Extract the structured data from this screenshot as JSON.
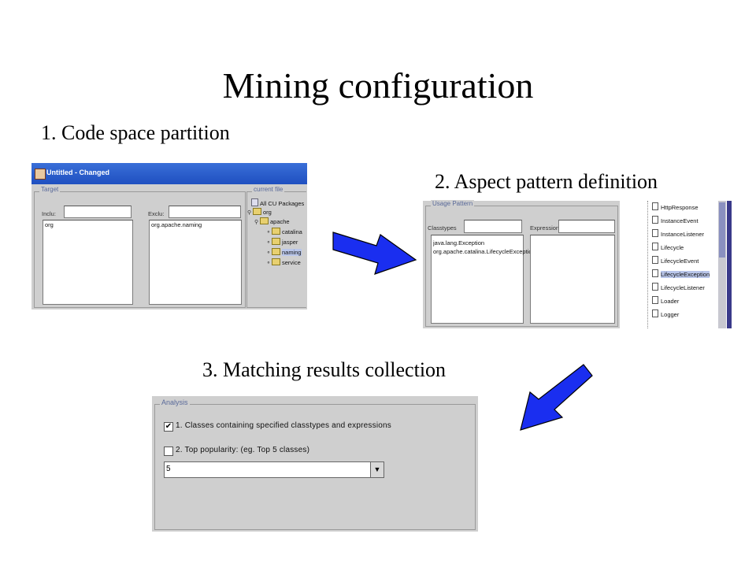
{
  "slide": {
    "title": "Mining configuration",
    "captions": {
      "c1": "1. Code space partition",
      "c2": "2. Aspect pattern definition",
      "c3": "3. Matching results collection"
    }
  },
  "shot1": {
    "window_title": "Untitled - Changed",
    "target_group": "Target",
    "include_label": "Inclu:",
    "exclude_label": "Exclu:",
    "include_list": [
      "org"
    ],
    "exclude_list": [
      "org.apache.naming"
    ],
    "current_file_group": "current file",
    "tree": [
      {
        "label": "All CU Packages",
        "level": 0,
        "type": "pkg"
      },
      {
        "label": "org",
        "level": 0,
        "type": "folder"
      },
      {
        "label": "apache",
        "level": 1,
        "type": "folder"
      },
      {
        "label": "catalina",
        "level": 2,
        "type": "folder"
      },
      {
        "label": "jasper",
        "level": 2,
        "type": "folder"
      },
      {
        "label": "naming",
        "level": 2,
        "type": "folder",
        "selected": true
      },
      {
        "label": "service",
        "level": 2,
        "type": "folder"
      }
    ]
  },
  "shot2": {
    "group": "Usage Pattern",
    "classtypes_label": "Classtypes",
    "expression_label": "Expression",
    "classtypes_list": [
      "java.lang.Exception",
      "org.apache.catalina.LifecycleException"
    ],
    "class_list": [
      "HttpResponse",
      "InstanceEvent",
      "InstanceListener",
      "Lifecycle",
      "LifecycleEvent",
      "LifecycleException",
      "LifecycleListener",
      "Loader",
      "Logger"
    ],
    "selected_class": "LifecycleException"
  },
  "shot3": {
    "group": "Analysis",
    "option1": "1.  Classes containing specified classtypes and expressions",
    "option1_checked": "✔",
    "option2": "2.  Top popularity: (eg. Top 5 classes)",
    "combo_value": "5",
    "combo_arrow": "▼"
  },
  "colors": {
    "arrow_fill": "#1a2ef0",
    "arrow_stroke": "#000000",
    "titlebar": "#2457c8"
  }
}
